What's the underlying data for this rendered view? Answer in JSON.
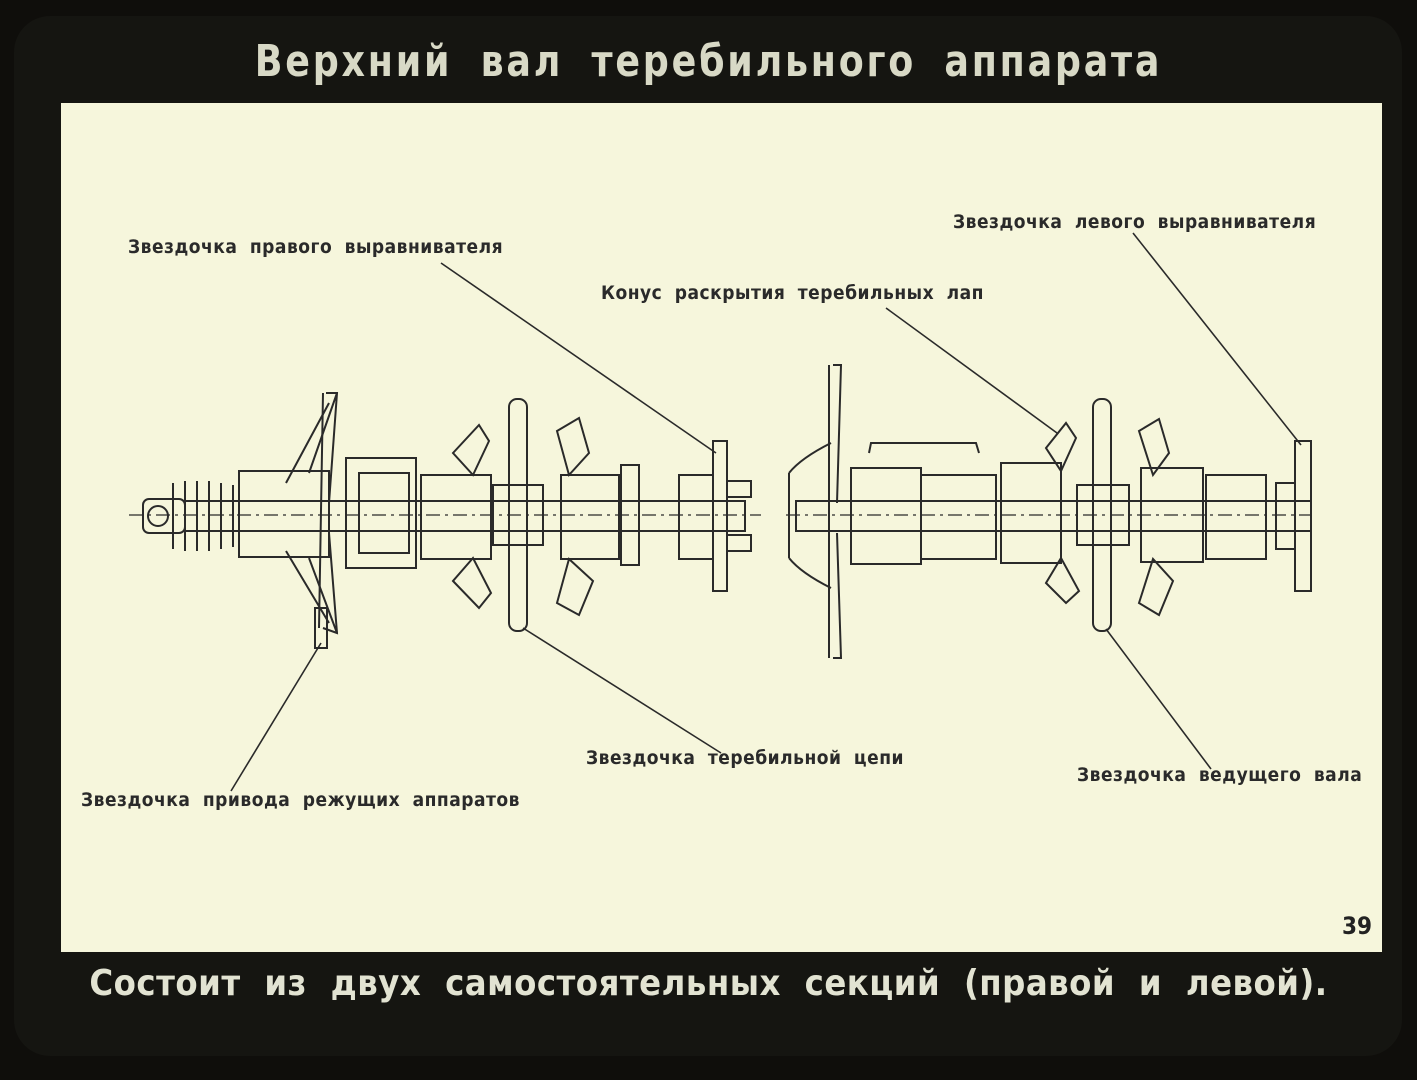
{
  "slide": {
    "title": "Верхний вал теребильного аппарата",
    "caption": "Состоит из двух самостоятельных секций (правой и левой).",
    "page_number": "39"
  },
  "callouts": {
    "right_leveler_sprocket": "Звездочка правого выравнивателя",
    "left_leveler_sprocket": "Звездочка левого выравнивателя",
    "puller_cone": "Конус раскрытия теребильных лап",
    "cutter_drive_sprocket": "Звездочка привода режущих аппаратов",
    "puller_chain_sprocket": "Звездочка теребильной цепи",
    "drive_shaft_sprocket": "Звездочка ведущего вала"
  },
  "colors": {
    "panel": "#f6f6dc",
    "ink": "#2a2a2a",
    "frame": "#151511",
    "text_light": "#d8d9c6"
  }
}
